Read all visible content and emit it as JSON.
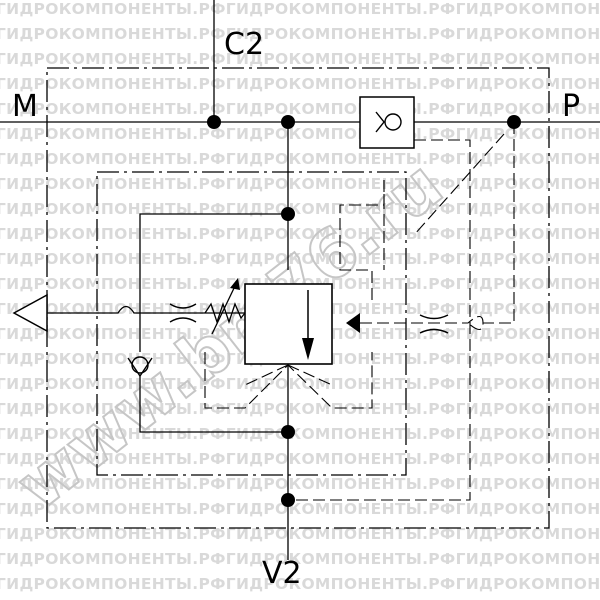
{
  "ports": {
    "c2": "C2",
    "m": "M",
    "p": "P",
    "v2": "V2"
  },
  "watermark": {
    "line_text": "ГИДРОКОМПОНЕНТЫ.РФГИДРОКОМПОНЕНТЫ.РФГИДРОКОМПОНЕНТЫ.РФГИДРОКОМПОНЕНТЫ.РФ",
    "big_text": "www.bm76.ru",
    "color": "#d9d9d9"
  },
  "colors": {
    "line": "#000000",
    "background": "#ffffff"
  }
}
